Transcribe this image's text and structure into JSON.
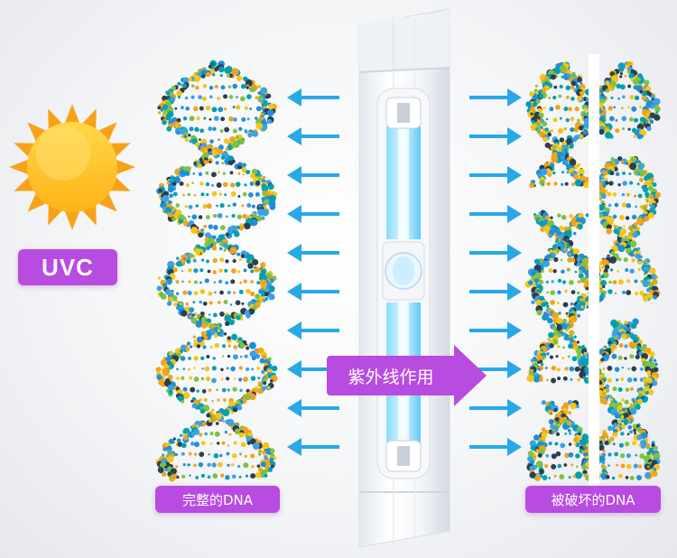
{
  "badges": {
    "uvc": "UVC",
    "left_label": "完整的DNA",
    "right_label": "被破坏的DNA",
    "center_label": "紫外线作用"
  },
  "colors": {
    "badge_purple": "#b84be0",
    "arrow_blue": "#29a8e8",
    "uv_glow": "#5fd3ff",
    "sun_core": "#ffc21a",
    "sun_ray": "#f7a21b"
  },
  "icons": {
    "sun": "sun-icon",
    "lamp": "uv-lamp-icon",
    "dna_intact": "dna-helix-intact",
    "dna_broken": "dna-helix-broken"
  }
}
